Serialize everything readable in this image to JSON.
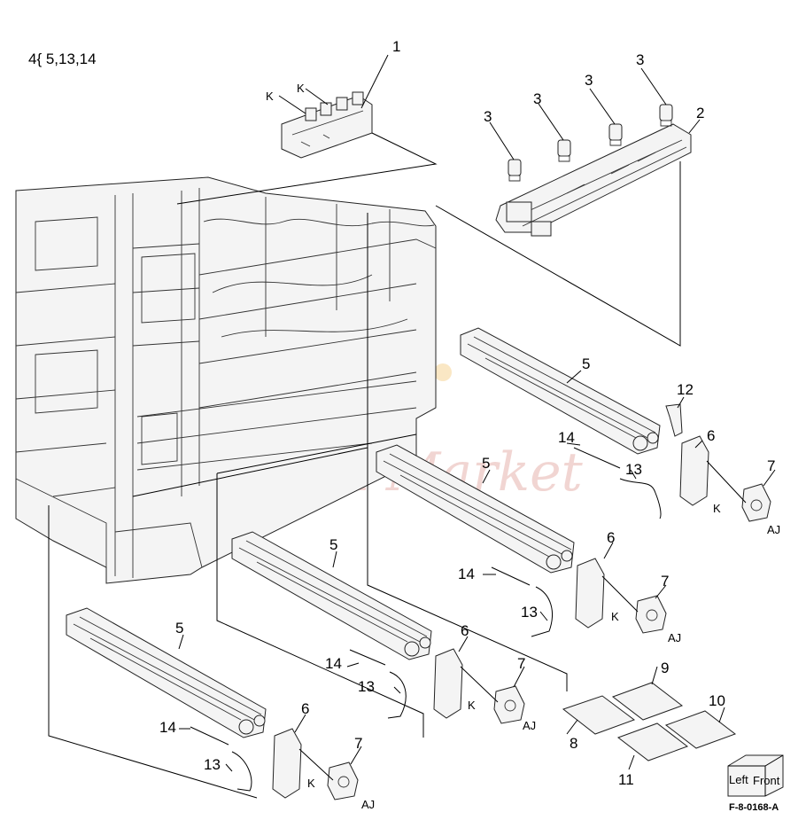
{
  "header_note": "4{ 5,13,14",
  "figure_id": "F-8-0168-A",
  "watermark": "Ink-Market",
  "orientation_box": {
    "left": "Left",
    "front": "Front"
  },
  "callouts": {
    "c1": "1",
    "c2": "2",
    "c3a": "3",
    "c3b": "3",
    "c3c": "3",
    "c3d": "3",
    "c5a": "5",
    "c5b": "5",
    "c5c": "5",
    "c5d": "5",
    "c6a": "6",
    "c6b": "6",
    "c6c": "6",
    "c6d": "6",
    "c7a": "7",
    "c7b": "7",
    "c7c": "7",
    "c7d": "7",
    "c8": "8",
    "c9": "9",
    "c10": "10",
    "c11": "11",
    "c12": "12",
    "c13a": "13",
    "c13b": "13",
    "c13c": "13",
    "c13d": "13",
    "c14a": "14",
    "c14b": "14",
    "c14c": "14",
    "c14d": "14",
    "k1": "K",
    "k2": "K",
    "k3": "K",
    "k4": "K",
    "k5": "K",
    "k6": "K",
    "aj1": "AJ",
    "aj2": "AJ",
    "aj3": "AJ",
    "aj4": "AJ"
  }
}
